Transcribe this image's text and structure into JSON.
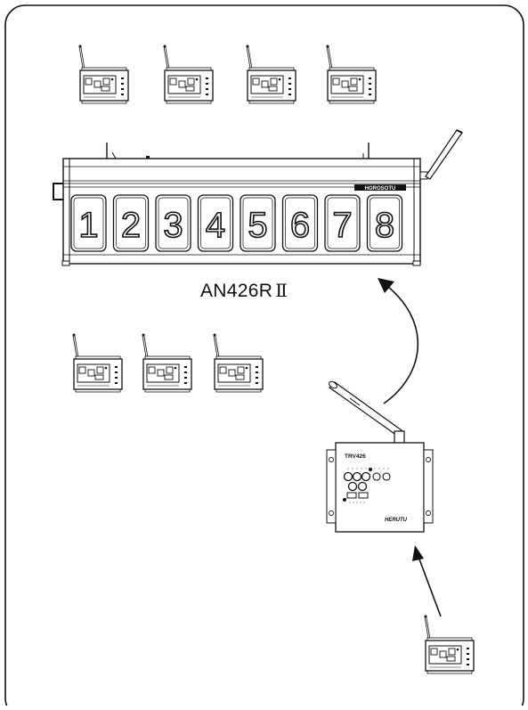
{
  "main_display": {
    "model_label": "AN426R",
    "model_suffix": "Ⅱ",
    "brand_plate": "HOROSOTU",
    "digits": [
      "1",
      "2",
      "3",
      "4",
      "5",
      "6",
      "7",
      "8"
    ]
  },
  "transceiver": {
    "model_label": "TRV426",
    "brand": "HERUTU"
  },
  "colors": {
    "line": "#111111",
    "panel": "#ffffff"
  }
}
